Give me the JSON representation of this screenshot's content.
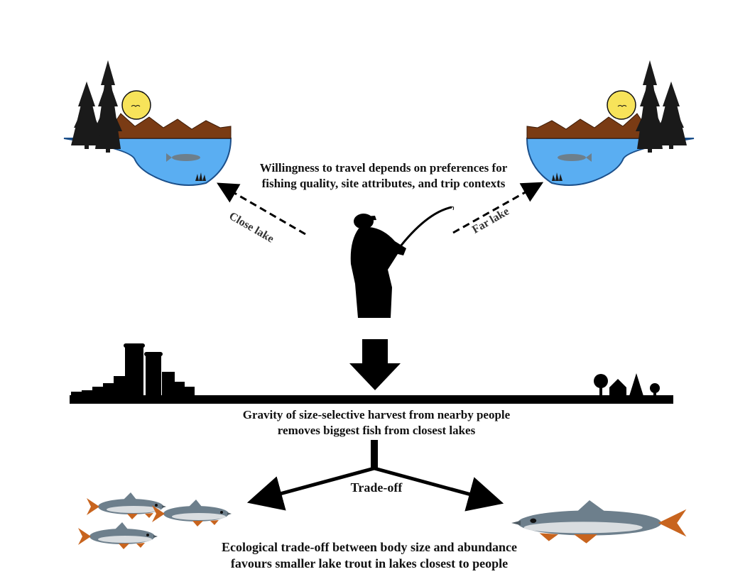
{
  "diagram": {
    "travel_text_line1": "Willingness to travel depends on preferences for",
    "travel_text_line2": "fishing quality, site attributes, and trip contexts",
    "close_lake_label": "Close lake",
    "far_lake_label": "Far lake",
    "gravity_text_line1": "Gravity of size-selective harvest from nearby people",
    "gravity_text_line2": "removes biggest fish from closest lakes",
    "tradeoff_label": "Trade-off",
    "ecology_text_line1": "Ecological trade-off between body size and abundance",
    "ecology_text_line2": "favours smaller lake trout in lakes closest to people"
  },
  "colors": {
    "silhouette": "#000000",
    "lake_water": "#5aaef2",
    "sun": "#f7e35a",
    "mountains": "#7a3b14",
    "trees": "#1a1a1a",
    "fish_body": "#6d7f8c",
    "fish_belly": "#d9dde0",
    "fish_fins": "#c8641e"
  }
}
